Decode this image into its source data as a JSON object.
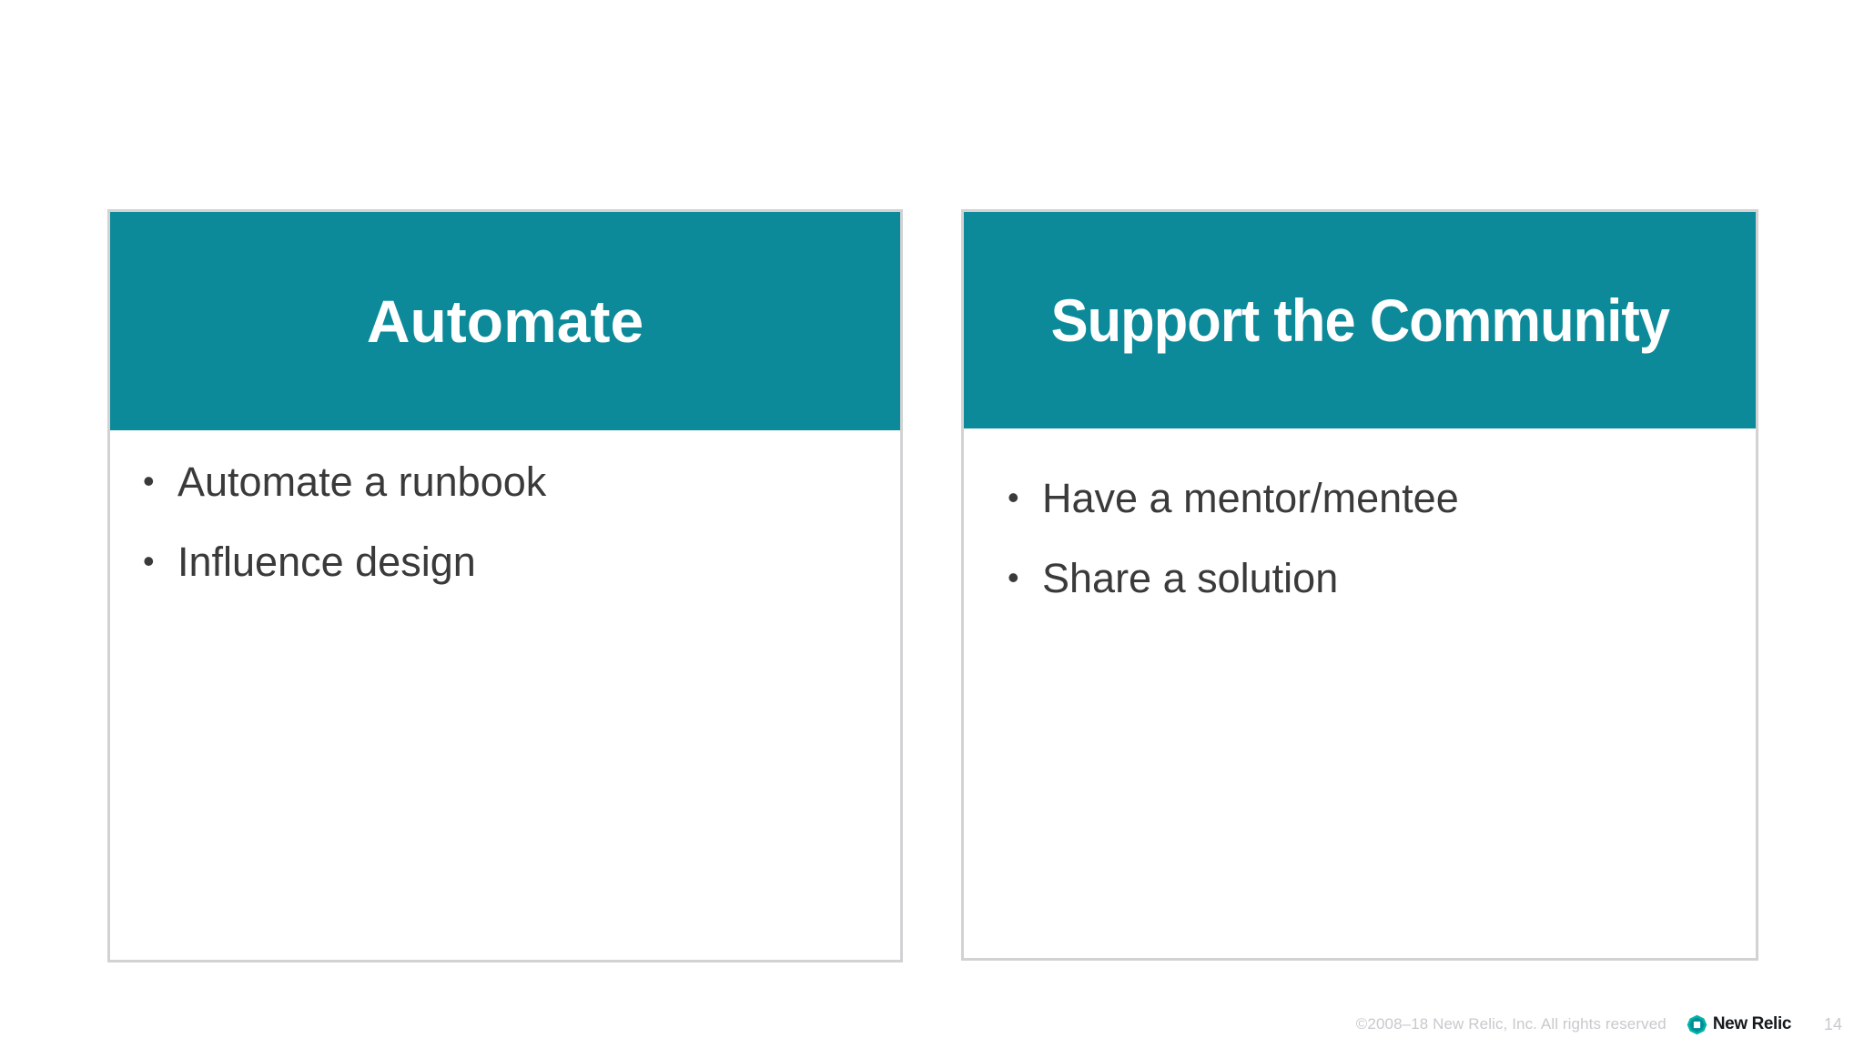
{
  "slide": {
    "background_color": "#ffffff",
    "accent_color": "#0c8a99",
    "border_color": "#d2d2d4",
    "body_text_color": "#3a3a3a",
    "footer_text_color": "#c9c9ce"
  },
  "cards": [
    {
      "id": "automate",
      "title": "Automate",
      "bullet_glyph": "•",
      "bullets": [
        "Automate a runbook",
        "Influence design"
      ]
    },
    {
      "id": "support-the-community",
      "title": "Support the Community",
      "bullet_glyph": "•",
      "bullets": [
        "Have a mentor/mentee",
        "Share a solution"
      ]
    }
  ],
  "footer": {
    "copyright": "©2008–18 New Relic, Inc. All rights reserved",
    "brand_name": "New Relic",
    "brand_icon": "new-relic-logo-icon",
    "page_number": "14"
  }
}
